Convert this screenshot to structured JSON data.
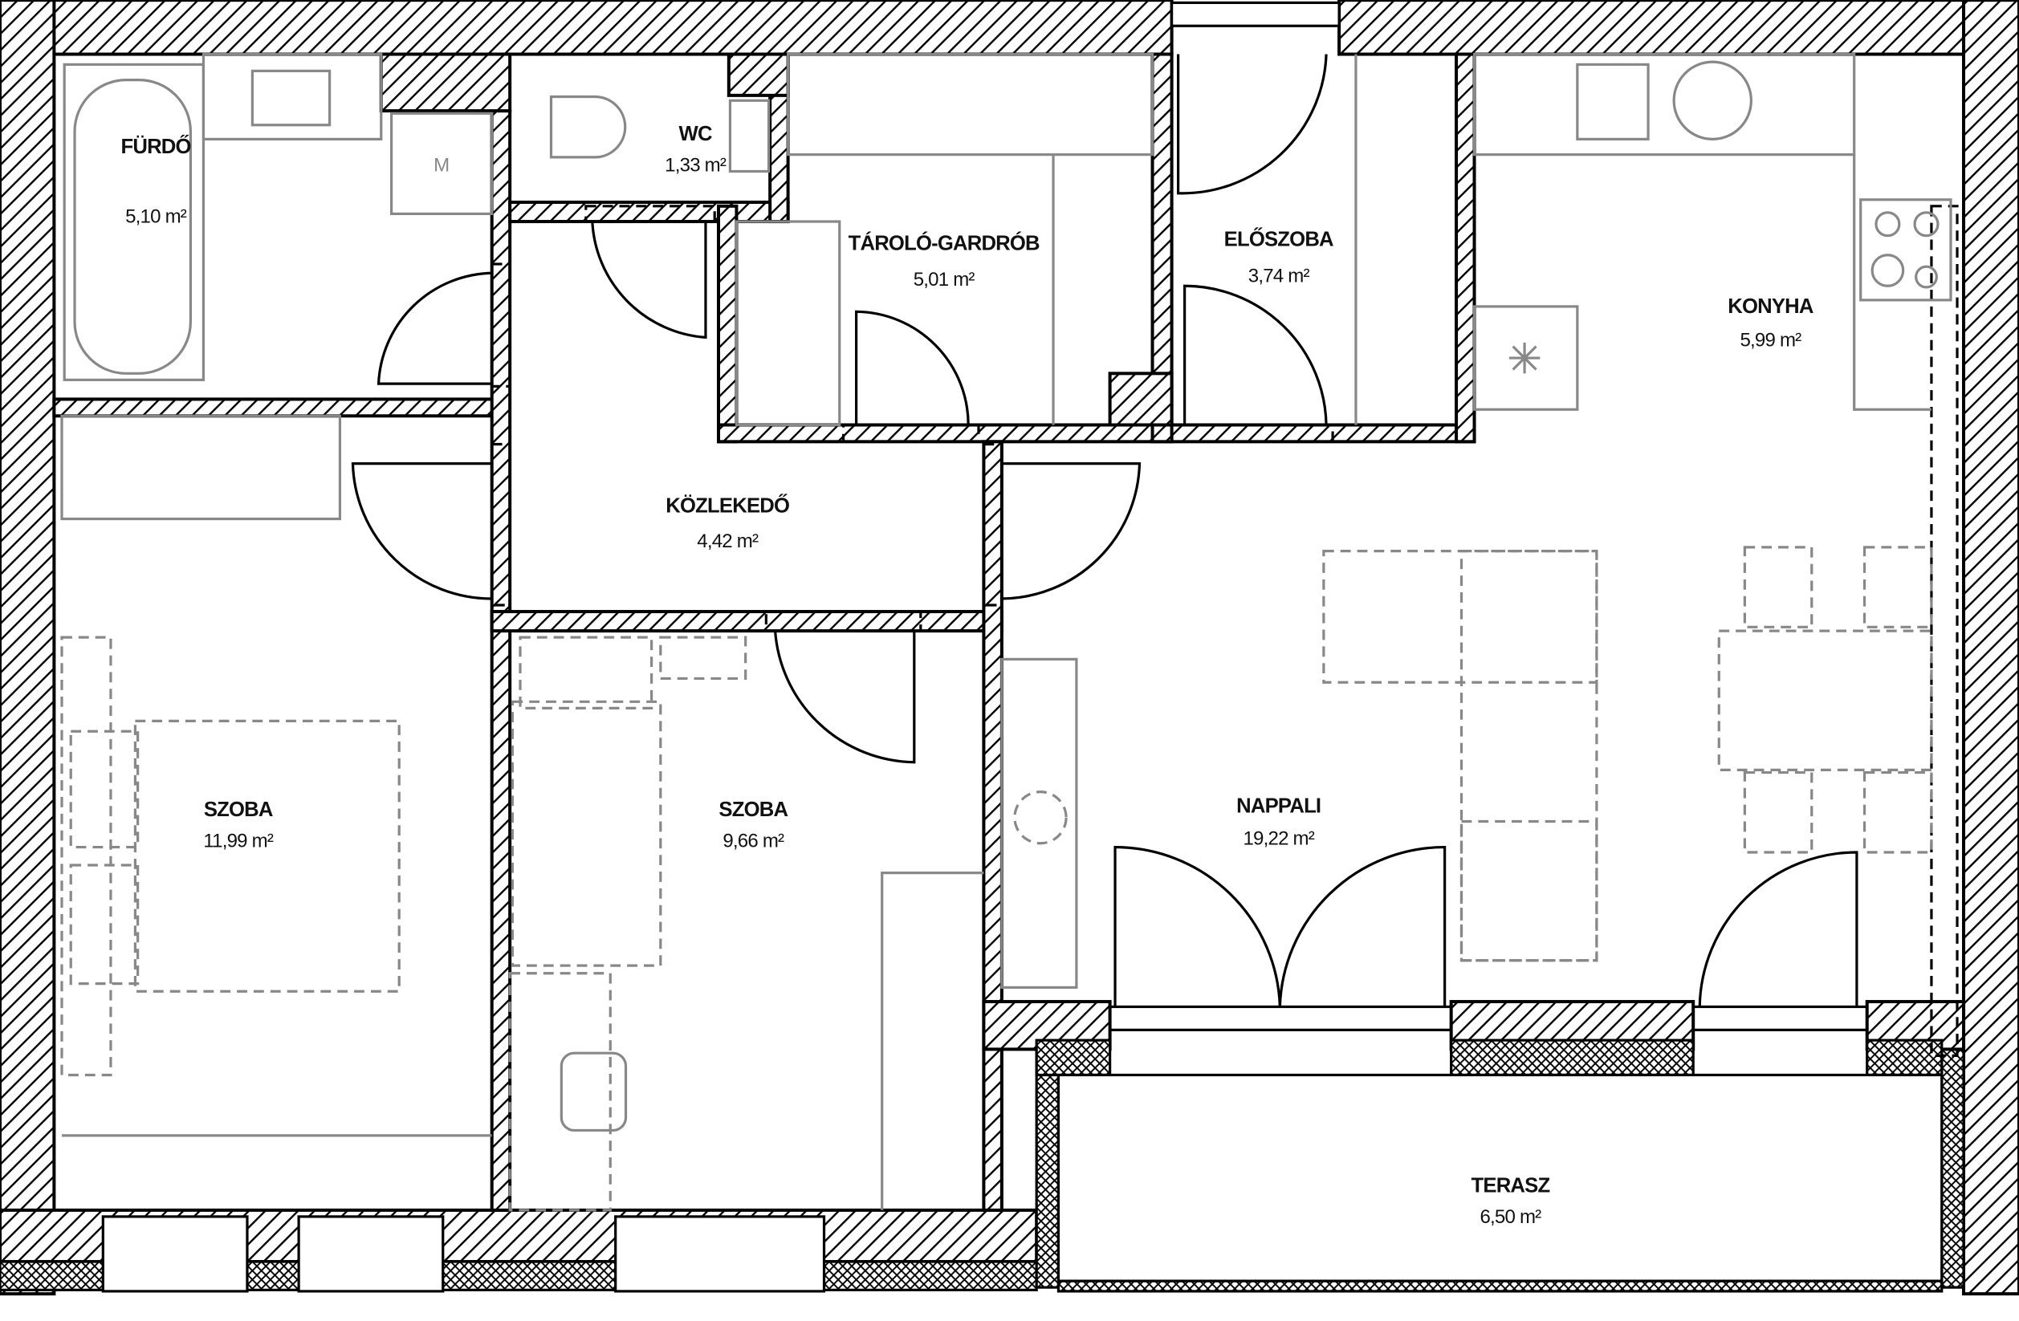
{
  "plan": {
    "rooms": [
      {
        "name": "FÜRDŐ",
        "area": "5,10 m²"
      },
      {
        "name": "WC",
        "area": "1,33 m²"
      },
      {
        "name": "TÁROLÓ-GARDRÓB",
        "area": "5,01 m²"
      },
      {
        "name": "ELŐSZOBA",
        "area": "3,74 m²"
      },
      {
        "name": "KONYHA",
        "area": "5,99 m²"
      },
      {
        "name": "KÖZLEKEDŐ",
        "area": "4,42 m²"
      },
      {
        "name": "SZOBA",
        "area": "11,99 m²"
      },
      {
        "name": "SZOBA",
        "area": "9,66 m²"
      },
      {
        "name": "NAPPALI",
        "area": "19,22 m²"
      },
      {
        "name": "TERASZ",
        "area": "6,50 m²"
      }
    ],
    "washer_label": "M"
  }
}
